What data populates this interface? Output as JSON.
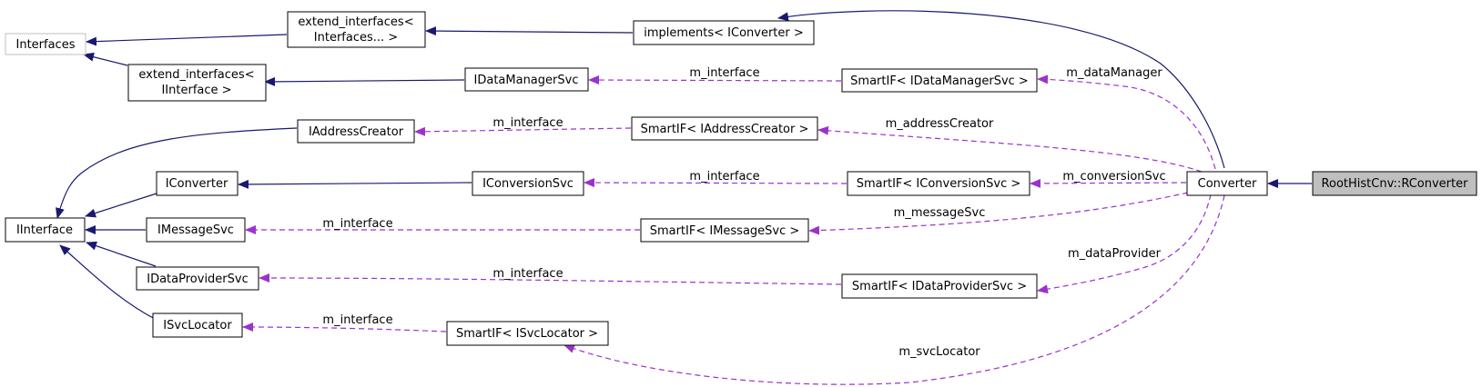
{
  "nodes": {
    "interfaces": "Interfaces",
    "extend_interfaces_variadic": [
      "extend_interfaces<",
      "Interfaces... >"
    ],
    "implements": "implements< IConverter >",
    "extend_interfaces_iinterface": [
      "extend_interfaces<",
      "IInterface >"
    ],
    "idatamanagersvc": "IDataManagerSvc",
    "smartif_idatamanagersvc": "SmartIF< IDataManagerSvc >",
    "iaddresscreator": "IAddressCreator",
    "smartif_iaddresscreator": "SmartIF< IAddressCreator >",
    "iconverter": "IConverter",
    "iconversionsvc": "IConversionSvc",
    "smartif_iconversionsvc": "SmartIF< IConversionSvc >",
    "converter": "Converter",
    "rconverter": "RootHistCnv::RConverter",
    "iinterface": "IInterface",
    "imessagesvc": "IMessageSvc",
    "smartif_imessagesvc": "SmartIF< IMessageSvc >",
    "idataprovidersvc": "IDataProviderSvc",
    "smartif_idataprovidersvc": "SmartIF< IDataProviderSvc >",
    "isvclocator": "ISvcLocator",
    "smartif_isvclocator": "SmartIF< ISvcLocator >"
  },
  "edge_labels": {
    "m_interface": "m_interface",
    "m_dataManager": "m_dataManager",
    "m_addressCreator": "m_addressCreator",
    "m_conversionSvc": "m_conversionSvc",
    "m_messageSvc": "m_messageSvc",
    "m_dataProvider": "m_dataProvider",
    "m_svcLocator": "m_svcLocator"
  },
  "colors": {
    "inheritance_edge": "#191970",
    "usage_edge": "#9a32cd",
    "highlighted_node": "#bfbfbf"
  }
}
